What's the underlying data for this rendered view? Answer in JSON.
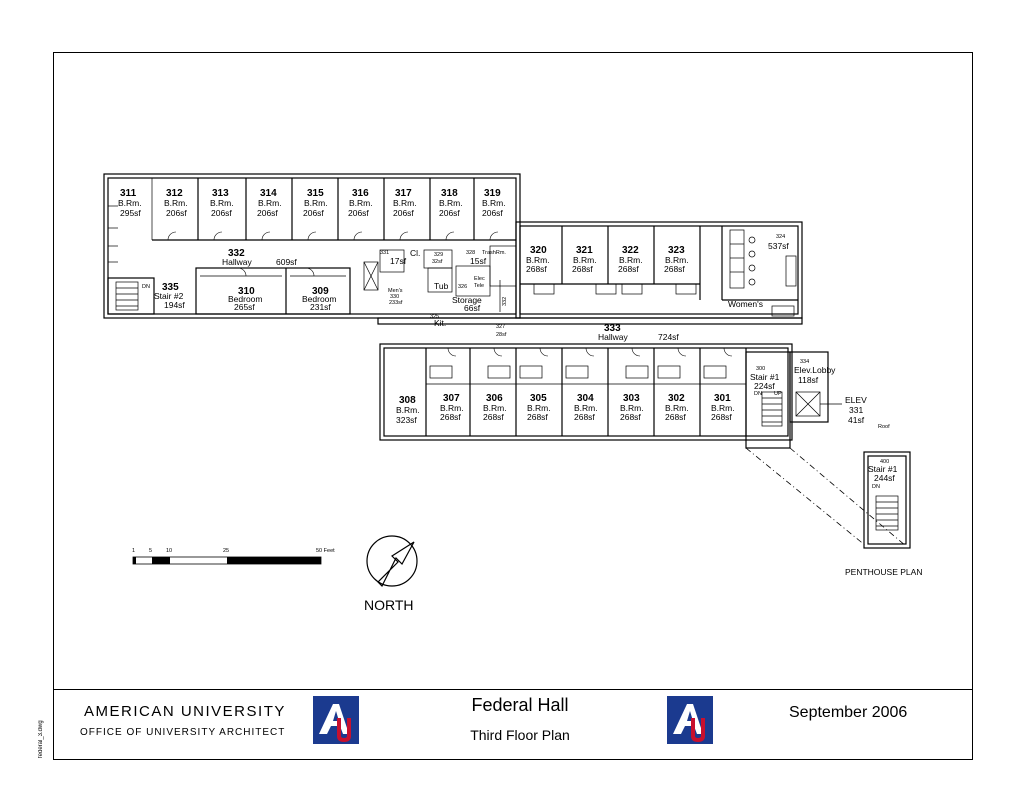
{
  "rooms_top": [
    {
      "num": "311",
      "type": "B.Rm.",
      "area": "295sf"
    },
    {
      "num": "312",
      "type": "B.Rm.",
      "area": "206sf"
    },
    {
      "num": "313",
      "type": "B.Rm.",
      "area": "206sf"
    },
    {
      "num": "314",
      "type": "B.Rm.",
      "area": "206sf"
    },
    {
      "num": "315",
      "type": "B.Rm.",
      "area": "206sf"
    },
    {
      "num": "316",
      "type": "B.Rm.",
      "area": "206sf"
    },
    {
      "num": "317",
      "type": "B.Rm.",
      "area": "206sf"
    },
    {
      "num": "318",
      "type": "B.Rm.",
      "area": "206sf"
    },
    {
      "num": "319",
      "type": "B.Rm.",
      "area": "206sf"
    }
  ],
  "rooms_mid": [
    {
      "num": "320",
      "type": "B.Rm.",
      "area": "268sf"
    },
    {
      "num": "321",
      "type": "B.Rm.",
      "area": "268sf"
    },
    {
      "num": "322",
      "type": "B.Rm.",
      "area": "268sf"
    },
    {
      "num": "323",
      "type": "B.Rm.",
      "area": "268sf"
    }
  ],
  "rooms_bottom": [
    {
      "num": "308",
      "type": "B.Rm.",
      "area": "323sf"
    },
    {
      "num": "307",
      "type": "B.Rm.",
      "area": "268sf"
    },
    {
      "num": "306",
      "type": "B.Rm.",
      "area": "268sf"
    },
    {
      "num": "305",
      "type": "B.Rm.",
      "area": "268sf"
    },
    {
      "num": "304",
      "type": "B.Rm.",
      "area": "268sf"
    },
    {
      "num": "303",
      "type": "B.Rm.",
      "area": "268sf"
    },
    {
      "num": "302",
      "type": "B.Rm.",
      "area": "268sf"
    },
    {
      "num": "301",
      "type": "B.Rm.",
      "area": "268sf"
    }
  ],
  "labels": {
    "hall332_num": "332",
    "hall332_name": "Hallway",
    "hall332_area": "609sf",
    "r310_num": "310",
    "r310_name": "Bedroom",
    "r310_area": "265sf",
    "r309_num": "309",
    "r309_name": "Bedroom",
    "r309_area": "231sf",
    "r335_num": "335",
    "r335_name": "Stair #2",
    "r335_area": "194sf",
    "dn": "DN",
    "r331_num": "331",
    "r331_area": "17sf",
    "cl": "Cl.",
    "r329_num": "329",
    "r329_area": "32sf",
    "r328_num": "328",
    "trash": "TrashRm.",
    "r328_area": "15sf",
    "mens": "Men's",
    "mens_num": "330",
    "mens_area": "233sf",
    "tub": "Tub",
    "r326": "326",
    "elec": "Elec",
    "tele": "Tele",
    "storage": "Storage",
    "storage_area": "66sf",
    "r325": "325",
    "kit": "Kit.",
    "r332_vert": "332",
    "r327_num": "327",
    "r327_area": "28sf",
    "hall333_num": "333",
    "hall333_name": "Hallway",
    "hall333_area": "724sf",
    "r324_num": "324",
    "r324_area": "537sf",
    "womens": "Women's",
    "r300_num": "300",
    "r300_name": "Stair #1",
    "r300_area": "224sf",
    "stair_dn": "DN",
    "stair_up": "UP",
    "r334_num": "334",
    "r334_name": "Elev.Lobby",
    "r334_area": "118sf",
    "elev_name": "ELEV",
    "elev_num": "331",
    "elev_area": "41sf",
    "roof": "Roof",
    "r400_num": "400",
    "r400_name": "Stair #1",
    "r400_area": "244sf",
    "r400_dn": "DN",
    "penthouse": "PENTHOUSE PLAN",
    "north": "NORTH"
  },
  "scale": {
    "ticks": [
      "1",
      "5",
      "10",
      "25",
      "50 Feet"
    ]
  },
  "title_block": {
    "file": "federal_3.dwg",
    "university": "AMERICAN UNIVERSITY",
    "office": "OFFICE OF UNIVERSITY ARCHITECT",
    "building": "Federal Hall",
    "sheet": "Third Floor Plan",
    "date": "September 2006"
  },
  "colors": {
    "logo_blue": "#1b3a8f",
    "logo_red": "#c8102e"
  }
}
